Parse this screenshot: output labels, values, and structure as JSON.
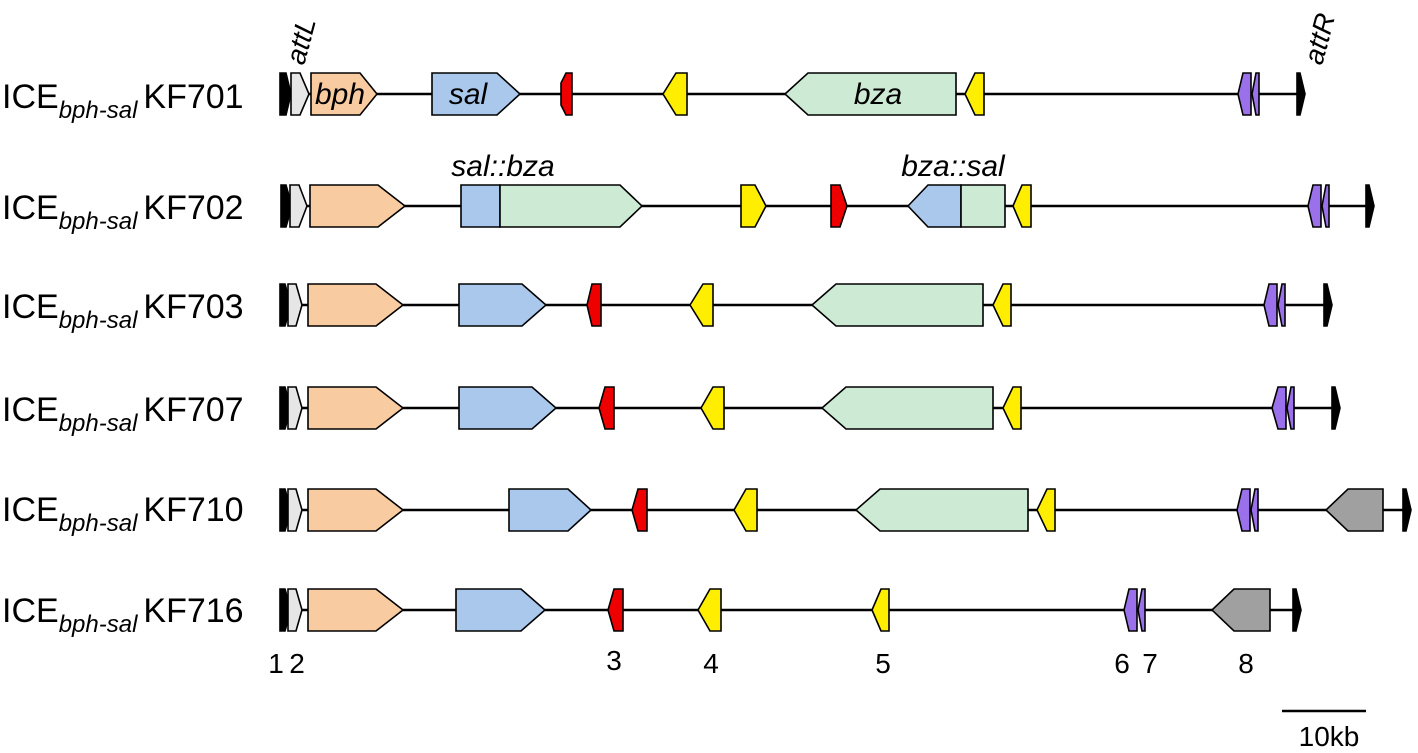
{
  "colors": {
    "bph": "#f9cba0",
    "sal": "#a9c8ec",
    "bza": "#cdebd4",
    "red": "#ee0000",
    "yellow": "#ffee00",
    "purple": "#9a71ea",
    "gray": "#a0a0a0",
    "light": "#e6e6e6",
    "black": "#000000"
  },
  "icons": {
    "small_marker": "arrow-icon"
  },
  "rows": [
    {
      "prefix": "ICE",
      "subscript": "bph-sal",
      "strain": "KF701"
    },
    {
      "prefix": "ICE",
      "subscript": "bph-sal",
      "strain": "KF702"
    },
    {
      "prefix": "ICE",
      "subscript": "bph-sal",
      "strain": "KF703"
    },
    {
      "prefix": "ICE",
      "subscript": "bph-sal",
      "strain": "KF707"
    },
    {
      "prefix": "ICE",
      "subscript": "bph-sal",
      "strain": "KF710"
    },
    {
      "prefix": "ICE",
      "subscript": "bph-sal",
      "strain": "KF716"
    }
  ],
  "gene_labels": {
    "bph": "bph",
    "sal": "sal",
    "bza": "bza",
    "sal_bza": "sal::bza",
    "bza_sal": "bza::sal"
  },
  "att_labels": {
    "left": "attL",
    "right": "attR"
  },
  "position_numbers": [
    "1",
    "2",
    "3",
    "4",
    "5",
    "6",
    "7",
    "8"
  ],
  "scale_bar": {
    "label": "10kb"
  }
}
